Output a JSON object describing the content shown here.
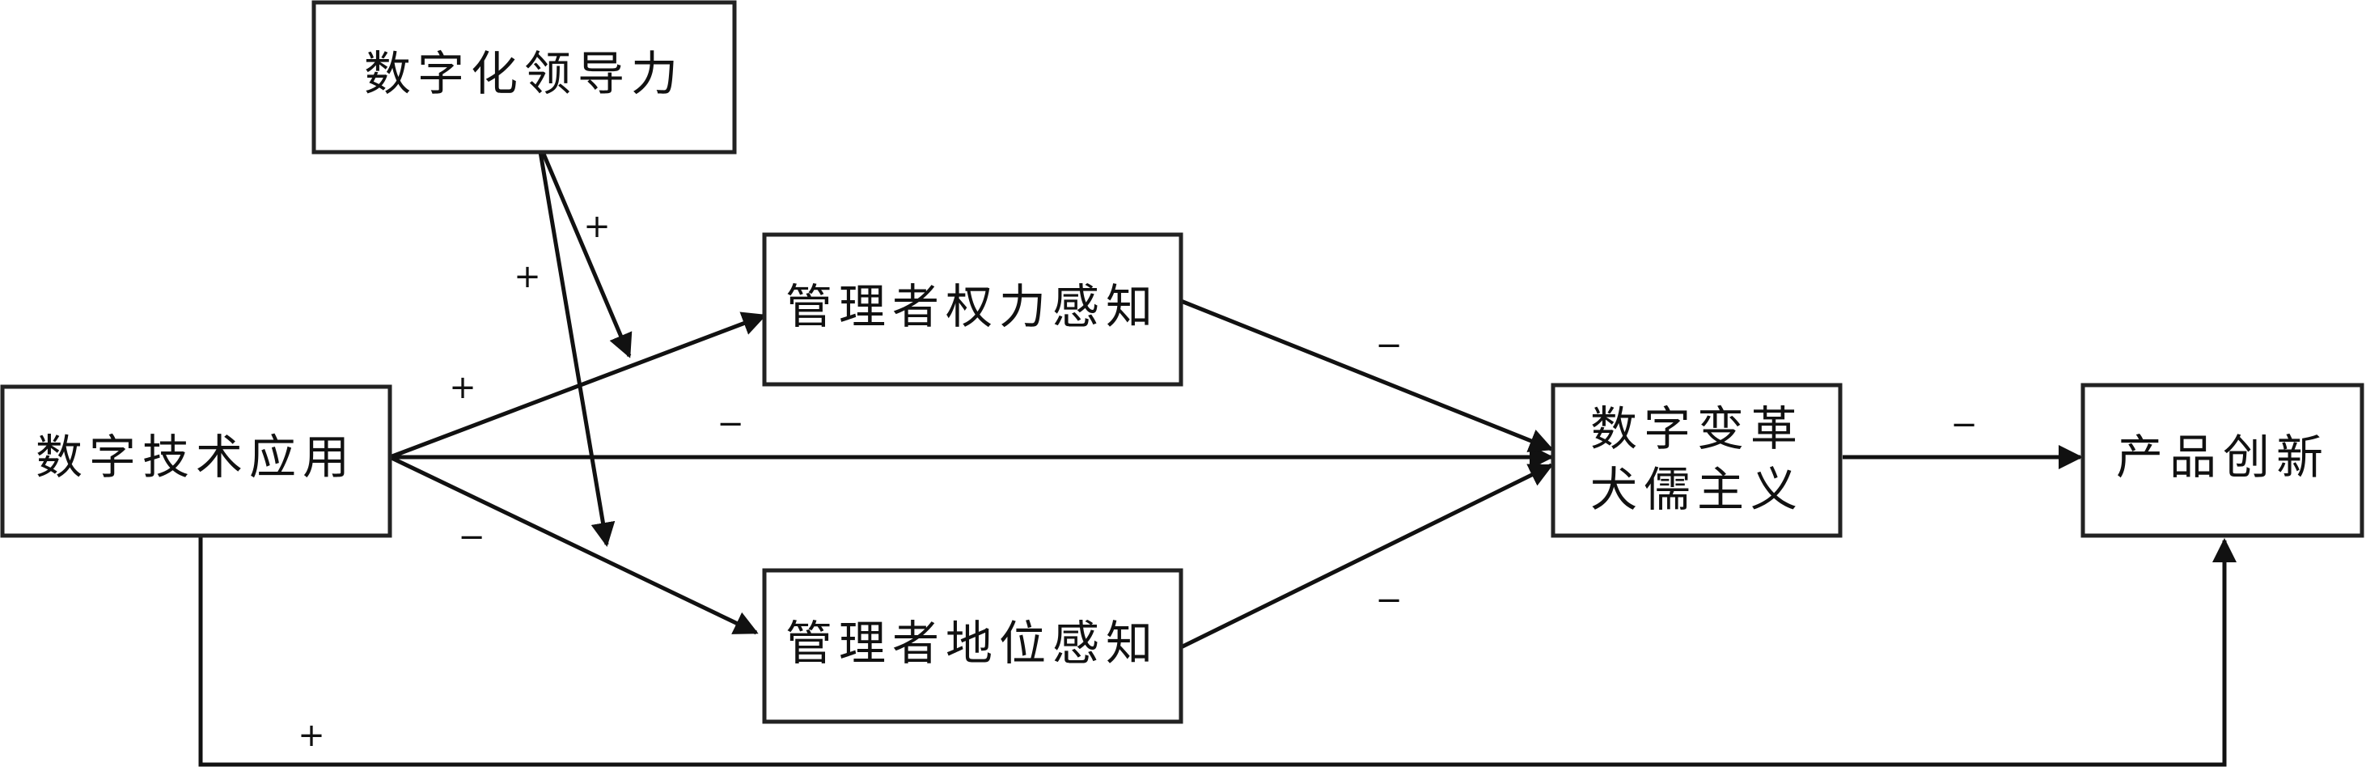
{
  "nodes": {
    "digital_leadership": "数字化领导力",
    "digital_tech_application": "数字技术应用",
    "power_perception": "管理者权力感知",
    "status_perception": "管理者地位感知",
    "cynicism_line1": "数字变革",
    "cynicism_line2": "犬儒主义",
    "product_innovation": "产品创新"
  },
  "signs": {
    "leadership_to_power_path": "+",
    "leadership_to_status_path": "+",
    "tech_to_power": "+",
    "tech_to_cynicism": "−",
    "tech_to_status": "−",
    "power_to_cynicism": "−",
    "status_to_cynicism": "−",
    "cynicism_to_innovation": "−",
    "tech_to_innovation": "+"
  },
  "colors": {
    "stroke": "#111111",
    "background": "#ffffff"
  }
}
